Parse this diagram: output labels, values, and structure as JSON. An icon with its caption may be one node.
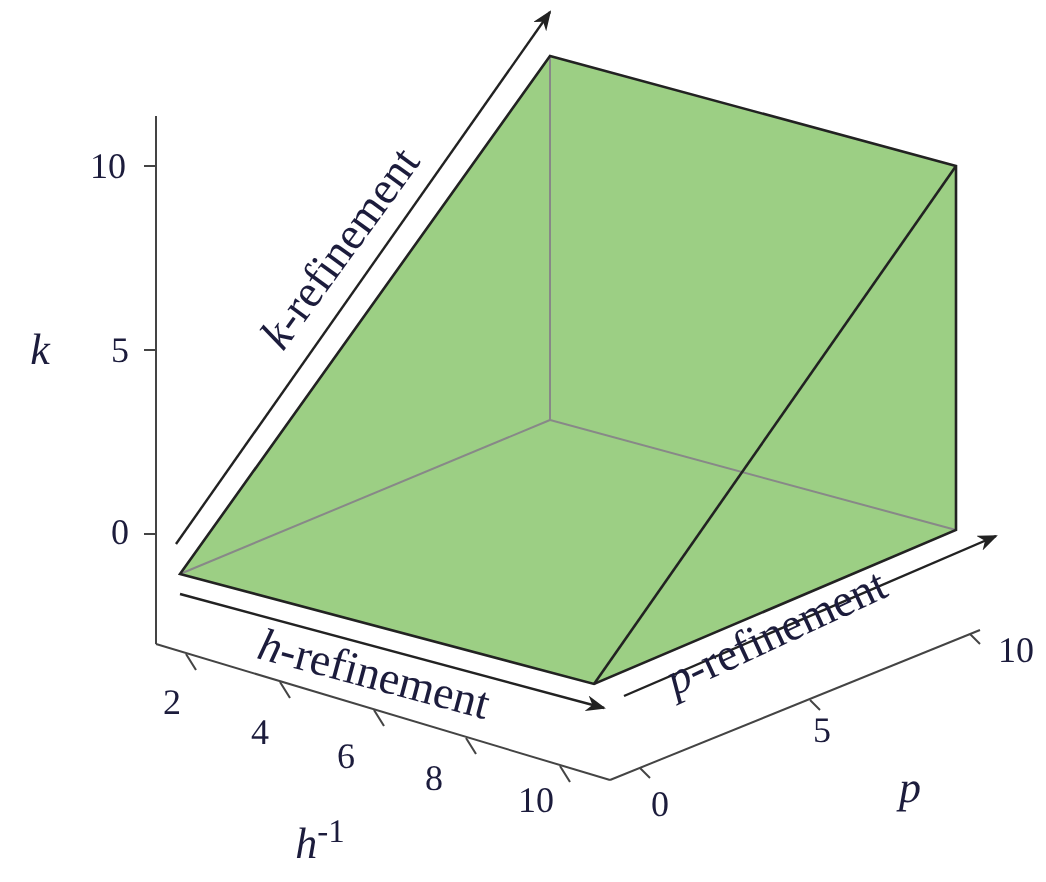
{
  "diagram": {
    "labels": [
      "*k*-refinement",
      "10",
      "5",
      "0",
      "k",
      "*h*-refinement",
      "*p*-refinement",
      "10",
      "2",
      "4",
      "6",
      "8",
      "10",
      "5",
      "0",
      "p",
      "*h*$^{-1}$"
    ]
  }
}
